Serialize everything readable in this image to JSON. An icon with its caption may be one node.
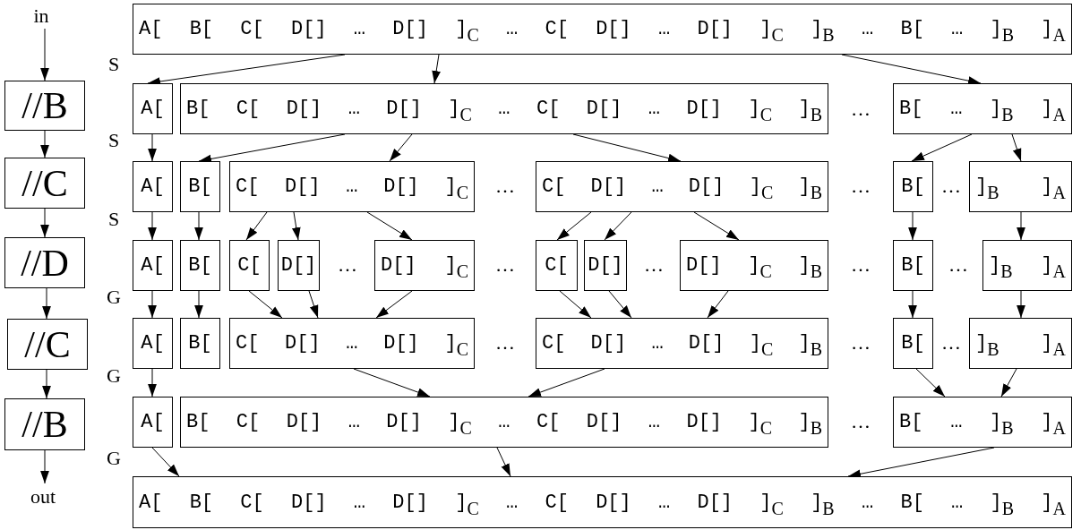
{
  "diagram": {
    "nodes": [
      {
        "text": [
          "in"
        ]
      },
      {
        "text": [
          "//B"
        ]
      },
      {
        "text": [
          "//C"
        ]
      },
      {
        "text": [
          "//D"
        ]
      },
      {
        "text": [
          "//C"
        ]
      },
      {
        "text": [
          "//B"
        ]
      },
      {
        "text": [
          "out"
        ]
      },
      {
        "text": [
          "A[ B[ C[ D[] … D[] ]$_{C}$ … C[ D[] … D[] ]$_{C}$ ]$_{B}$ … B[ … ]$_{B}$ ]$_{A}$"
        ]
      },
      {
        "text": [
          "A["
        ]
      },
      {
        "text": [
          "B[ C[ D[] … D[] ]$_{C}$ … C[ D[] … D[] ]$_{C}$ ]$_{B}$"
        ]
      },
      {
        "text": [
          "B[ … ]$_{B}$ ]$_{A}$"
        ]
      },
      {
        "text": [
          "A["
        ]
      },
      {
        "text": [
          "B["
        ]
      },
      {
        "text": [
          "C[ D[] … D[] ]$_{C}$"
        ]
      },
      {
        "text": [
          "C[ D[] … D[] ]$_{C}$ ]$_{B}$"
        ]
      },
      {
        "text": [
          "B["
        ]
      },
      {
        "text": [
          "]$_{B}$ ]$_{A}$"
        ]
      },
      {
        "text": [
          "A["
        ]
      },
      {
        "text": [
          "B["
        ]
      },
      {
        "text": [
          "C["
        ]
      },
      {
        "text": [
          "D[]"
        ]
      },
      {
        "text": [
          "D[] ]$_{C}$"
        ]
      },
      {
        "text": [
          "C["
        ]
      },
      {
        "text": [
          "D[]"
        ]
      },
      {
        "text": [
          "D[] ]$_{C}$ ]$_{B}$"
        ]
      },
      {
        "text": [
          "B["
        ]
      },
      {
        "text": [
          "]$_{B}$ ]$_{A}$"
        ]
      },
      {
        "text": [
          "A["
        ]
      },
      {
        "text": [
          "B["
        ]
      },
      {
        "text": [
          "C[ D[] … D[] ]$_{C}$"
        ]
      },
      {
        "text": [
          "C[ D[] … D[] ]$_{C}$ ]$_{B}$"
        ]
      },
      {
        "text": [
          "B["
        ]
      },
      {
        "text": [
          "]$_{B}$ ]$_{A}$"
        ]
      },
      {
        "text": [
          "A["
        ]
      },
      {
        "text": [
          "B[ C[ D[] … D[] ]$_{C}$ … C[ D[] … D[] ]$_{C}$ ]$_{B}$"
        ]
      },
      {
        "text": [
          "B[ … ]$_{B}$ ]$_{A}$"
        ]
      },
      {
        "text": [
          "A[ B[ C[ D[] … D[] ]$_{C}$ … C[ D[] … D[] ]$_{C}$ ]$_{B}$ … B[ … ]$_{B}$ ]$_{A}$"
        ]
      }
    ],
    "edges": [
      {
        "from": 0,
        "to": 1,
        "arrow": "to"
      },
      {
        "from": 1,
        "to": 2,
        "arrow": "to"
      },
      {
        "from": 2,
        "to": 3,
        "arrow": "to"
      },
      {
        "from": 3,
        "to": 4,
        "arrow": "to"
      },
      {
        "from": 4,
        "to": 5,
        "arrow": "to"
      },
      {
        "from": 5,
        "to": 6,
        "arrow": "to"
      },
      {
        "from": 7,
        "to": 8,
        "arrow": "to"
      },
      {
        "from": 7,
        "to": 9,
        "arrow": "to"
      },
      {
        "from": 7,
        "to": 10,
        "arrow": "to"
      },
      {
        "from": 8,
        "to": 11,
        "arrow": "to"
      },
      {
        "from": 9,
        "to": 12,
        "arrow": "to"
      },
      {
        "from": 9,
        "to": 13,
        "arrow": "to"
      },
      {
        "from": 9,
        "to": 14,
        "arrow": "to"
      },
      {
        "from": 10,
        "to": 15,
        "arrow": "to"
      },
      {
        "from": 10,
        "to": 16,
        "arrow": "to"
      },
      {
        "from": 11,
        "to": 17,
        "arrow": "to"
      },
      {
        "from": 12,
        "to": 18,
        "arrow": "to"
      },
      {
        "from": 13,
        "to": 19,
        "arrow": "to"
      },
      {
        "from": 13,
        "to": 20,
        "arrow": "to"
      },
      {
        "from": 13,
        "to": 21,
        "arrow": "to"
      },
      {
        "from": 14,
        "to": 22,
        "arrow": "to"
      },
      {
        "from": 14,
        "to": 23,
        "arrow": "to"
      },
      {
        "from": 14,
        "to": 24,
        "arrow": "to"
      },
      {
        "from": 15,
        "to": 25,
        "arrow": "to"
      },
      {
        "from": 16,
        "to": 26,
        "arrow": "to"
      },
      {
        "from": 17,
        "to": 27,
        "arrow": "to"
      },
      {
        "from": 18,
        "to": 28,
        "arrow": "to"
      },
      {
        "from": 19,
        "to": 29,
        "arrow": "to"
      },
      {
        "from": 20,
        "to": 29,
        "arrow": "to"
      },
      {
        "from": 21,
        "to": 29,
        "arrow": "to"
      },
      {
        "from": 22,
        "to": 30,
        "arrow": "to"
      },
      {
        "from": 23,
        "to": 30,
        "arrow": "to"
      },
      {
        "from": 24,
        "to": 30,
        "arrow": "to"
      },
      {
        "from": 25,
        "to": 31,
        "arrow": "to"
      },
      {
        "from": 26,
        "to": 32,
        "arrow": "to"
      },
      {
        "from": 27,
        "to": 33,
        "arrow": "to"
      },
      {
        "from": 29,
        "to": 34,
        "arrow": "to"
      },
      {
        "from": 30,
        "to": 34,
        "arrow": "to"
      },
      {
        "from": 31,
        "to": 35,
        "arrow": "to"
      },
      {
        "from": 32,
        "to": 35,
        "arrow": "to"
      },
      {
        "from": 33,
        "to": 36,
        "arrow": "to"
      },
      {
        "from": 34,
        "to": 36,
        "arrow": "to"
      },
      {
        "from": 35,
        "to": 36,
        "arrow": "to"
      }
    ],
    "labels": [
      "S",
      "…",
      "S",
      "…",
      "…",
      "…",
      "S",
      "…",
      "…",
      "…",
      "…",
      "…",
      "G",
      "…",
      "…",
      "…",
      "G",
      "…",
      "G"
    ]
  }
}
